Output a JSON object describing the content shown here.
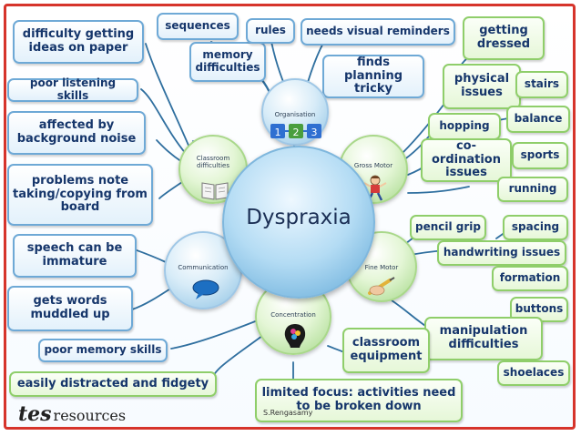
{
  "center": {
    "title": "Dyspraxia"
  },
  "categories": {
    "organisation": "Organisation",
    "classroom": "Classroom\ndifficulties",
    "gross_motor": "Gross Motor",
    "communication": "Communication",
    "fine_motor": "Fine Motor",
    "concentration": "Concentration"
  },
  "nodes": {
    "difficulty_ideas": "difficulty getting ideas on paper",
    "poor_listening": "poor listening skills",
    "affected_noise": "affected by background noise",
    "note_taking": "problems note taking/copying from board",
    "speech": "speech can be immature",
    "muddled": "gets words muddled up",
    "poor_memory": "poor memory skills",
    "distracted": "easily distracted and fidgety",
    "sequences": "sequences",
    "memory_diff": "memory difficulties",
    "rules": "rules",
    "visual_reminders": "needs visual reminders",
    "planning": "finds planning tricky",
    "dressed": "getting dressed",
    "physical": "physical issues",
    "stairs": "stairs",
    "hopping": "hopping",
    "balance": "balance",
    "coordination": "co-ordination issues",
    "sports": "sports",
    "running": "running",
    "pencil_grip": "pencil grip",
    "spacing": "spacing",
    "handwriting": "handwriting issues",
    "formation": "formation",
    "buttons": "buttons",
    "manipulation": "manipulation difficulties",
    "classroom_equipment": "classroom equipment",
    "shoelaces": "shoelaces",
    "limited_focus": "limited focus: activities need to be broken down"
  },
  "footer": {
    "logo_tes": "tes",
    "logo_resources": "resources",
    "credit": "S.Rengasamy"
  },
  "colors": {
    "frame": "#d6342b",
    "text": "#16366b",
    "blue_border": "#6ea9d6",
    "green_border": "#8fce6a",
    "link": "#2f6f9f"
  }
}
